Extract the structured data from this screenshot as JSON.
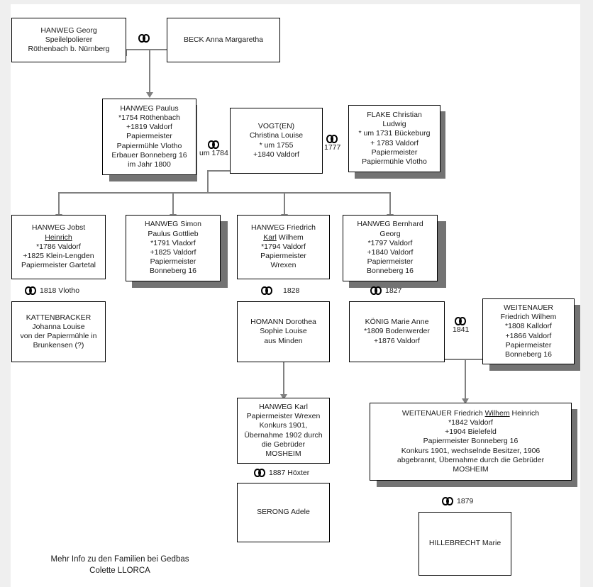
{
  "document": {
    "type": "genealogy-chart",
    "title": "HANWEG / WEITENAUER Familienstammbaum",
    "background_color": "#efefef",
    "canvas_color": "#ffffff",
    "line_color": "#808080",
    "shadow_color": "#737373",
    "text_color": "#1a1a1a"
  },
  "credit": {
    "line1": "Mehr Info zu den Familien bei Gedbas",
    "line2": "Colette LLORCA"
  },
  "marriage_symbol": "⚭",
  "persons": {
    "hanweg_georg": {
      "name": "HANWEG Georg",
      "line2": "Speilelpolierer",
      "line3": "Röthenbach b. Nürnberg"
    },
    "beck_anna": {
      "name": "BECK Anna Margaretha"
    },
    "hanweg_paulus": {
      "name": "HANWEG Paulus",
      "line2": "*1754 Röthenbach",
      "line3": "+1819 Valdorf",
      "line4": "Papiermeister",
      "line5": "Papiermühle Vlotho",
      "line6": "Erbauer Bonneberg 16",
      "line7": "im Jahr 1800"
    },
    "vogt_christina": {
      "name": "VOGT(EN)",
      "line2": "Christina Louise",
      "line3": "* um 1755",
      "line4": "+1840 Valdorf"
    },
    "flake_christian": {
      "name": "FLAKE Christian",
      "line2": "Ludwig",
      "line3": "* um 1731 Bückeburg",
      "line4": "+ 1783 Valdorf",
      "line5": "Papiermeister",
      "line6": "Papiermühle Vlotho"
    },
    "hanweg_jobst": {
      "name": "HANWEG Jobst",
      "name_underlined": "Heinrich",
      "line3": "*1786 Valdorf",
      "line4": "+1825 Klein-Lengden",
      "line5": "Papiermeister Gartetal"
    },
    "hanweg_simon": {
      "name": "HANWEG Simon",
      "line2": "Paulus Gottlieb",
      "line3": "*1791 Vladorf",
      "line4": "+1825 Valdorf",
      "line5": "Papiermeister",
      "line6": "Bonneberg 16"
    },
    "hanweg_friedrich": {
      "name": "HANWEG  Friedrich",
      "name_underlined": "Karl",
      "name_rest": " Wilhem",
      "line3": "*1794 Valdorf",
      "line4": "Papiermeister",
      "line5": "Wrexen"
    },
    "hanweg_bernhard": {
      "name": "HANWEG  Bernhard",
      "line2": "Georg",
      "line3": "*1797 Valdorf",
      "line4": "+1840 Valdorf",
      "line5": "Papiermeister",
      "line6": "Bonneberg 16"
    },
    "kattenbracker": {
      "name": "KATTENBRACKER",
      "line2": "Johanna Louise",
      "line3": "von der Papiermühle in",
      "line4": "Brunkensen (?)"
    },
    "homann": {
      "name": "HOMANN Dorothea",
      "line2": "Sophie Louise",
      "line3": "aus Minden"
    },
    "koenig": {
      "name": "KÖNIG Marie Anne",
      "line2": "*1809 Bodenwerder",
      "line3": "+1876 Valdorf"
    },
    "weitenauer_friedrich": {
      "name": "WEITENAUER",
      "line2": "Friedrich Wilhem",
      "line3": "*1808 Kalldorf",
      "line4": "+1866 Valdorf",
      "line5": "Papiermeister",
      "line6": "Bonneberg 16"
    },
    "hanweg_karl": {
      "name": "HANWEG Karl",
      "line2": "Papiermeister Wrexen",
      "line3": "Konkurs 1901,",
      "line4": "Übernahme 1902 durch",
      "line5": "die Gebrüder",
      "line6": "MOSHEIM"
    },
    "weitenauer_wilhem": {
      "name_pre": "WEITENAUER Friedrich ",
      "name_underlined": "Wilhem",
      "name_rest": " Heinrich",
      "line2": "*1842 Valdorf",
      "line3": "+1904 Bielefeld",
      "line4": "Papiermeister Bonneberg 16",
      "line5": "Konkurs 1901, wechselnde Besitzer, 1906",
      "line6": "abgebrannt, Übernahme durch die Gebrüder",
      "line7": "MOSHEIM"
    },
    "serong": {
      "name": "SERONG Adele"
    },
    "hillebrecht": {
      "name": "HILLEBRECHT Marie"
    }
  },
  "marriages": [
    {
      "id": "georg_beck",
      "label": ""
    },
    {
      "id": "paulus_vogt",
      "label": "um 1784"
    },
    {
      "id": "vogt_flake",
      "label": "1777"
    },
    {
      "id": "jobst_kattenbracker",
      "label": "1818 Vlotho"
    },
    {
      "id": "friedrich_homann",
      "label": "1828"
    },
    {
      "id": "bernhard_koenig",
      "label": "1827"
    },
    {
      "id": "koenig_weitenauer",
      "label": "1841"
    },
    {
      "id": "karl_serong",
      "label": "1887 Höxter"
    },
    {
      "id": "wilhem_hillebrecht",
      "label": "1879"
    }
  ]
}
